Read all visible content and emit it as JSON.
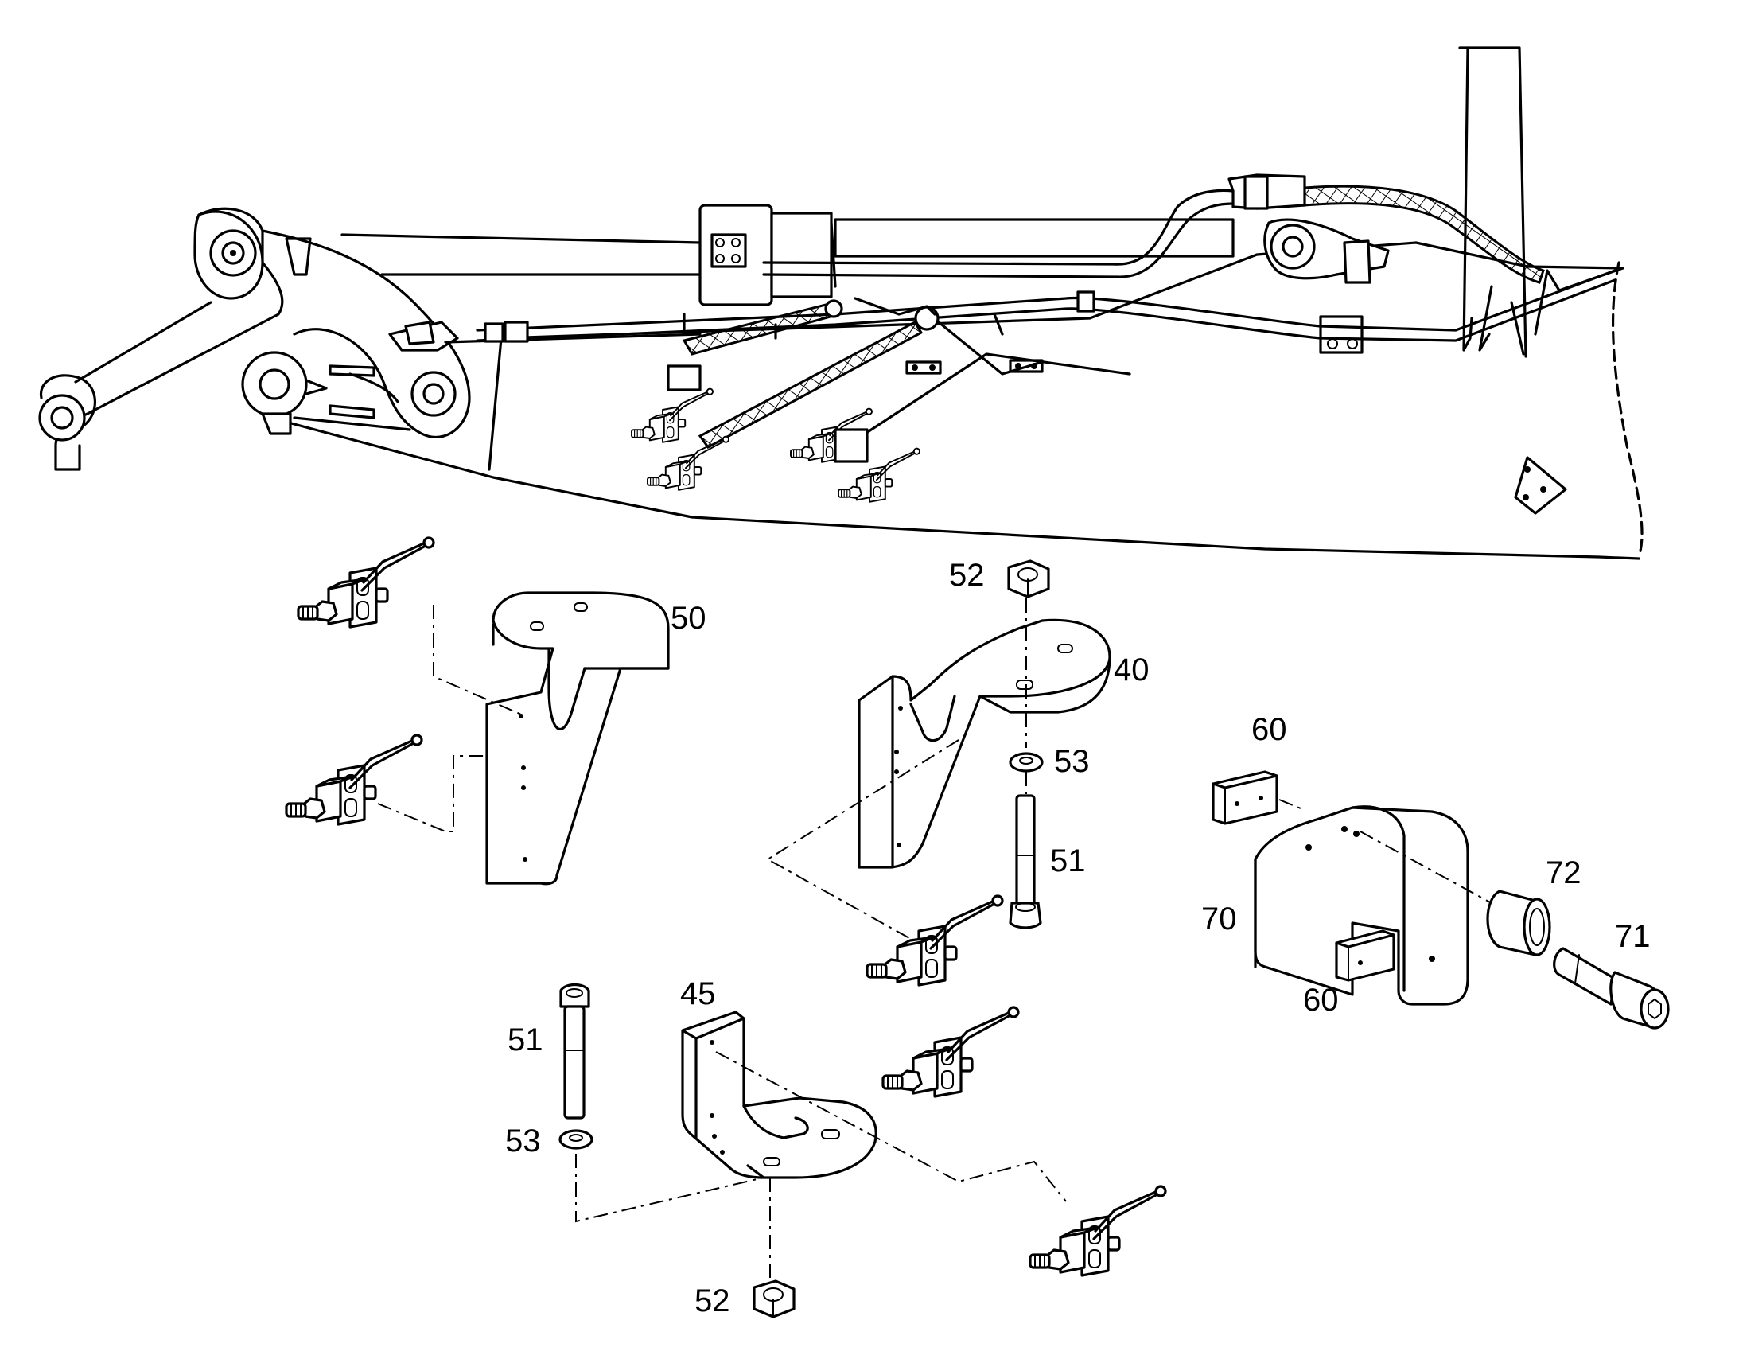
{
  "labels": {
    "l50": "50",
    "l52a": "52",
    "l40": "40",
    "l53a": "53",
    "l51a": "51",
    "l60a": "60",
    "l72": "72",
    "l71": "71",
    "l70": "70",
    "l60b": "60",
    "l45": "45",
    "l51b": "51",
    "l53b": "53",
    "l52b": "52"
  },
  "colors": {
    "line": "#000000",
    "background": "#ffffff"
  }
}
